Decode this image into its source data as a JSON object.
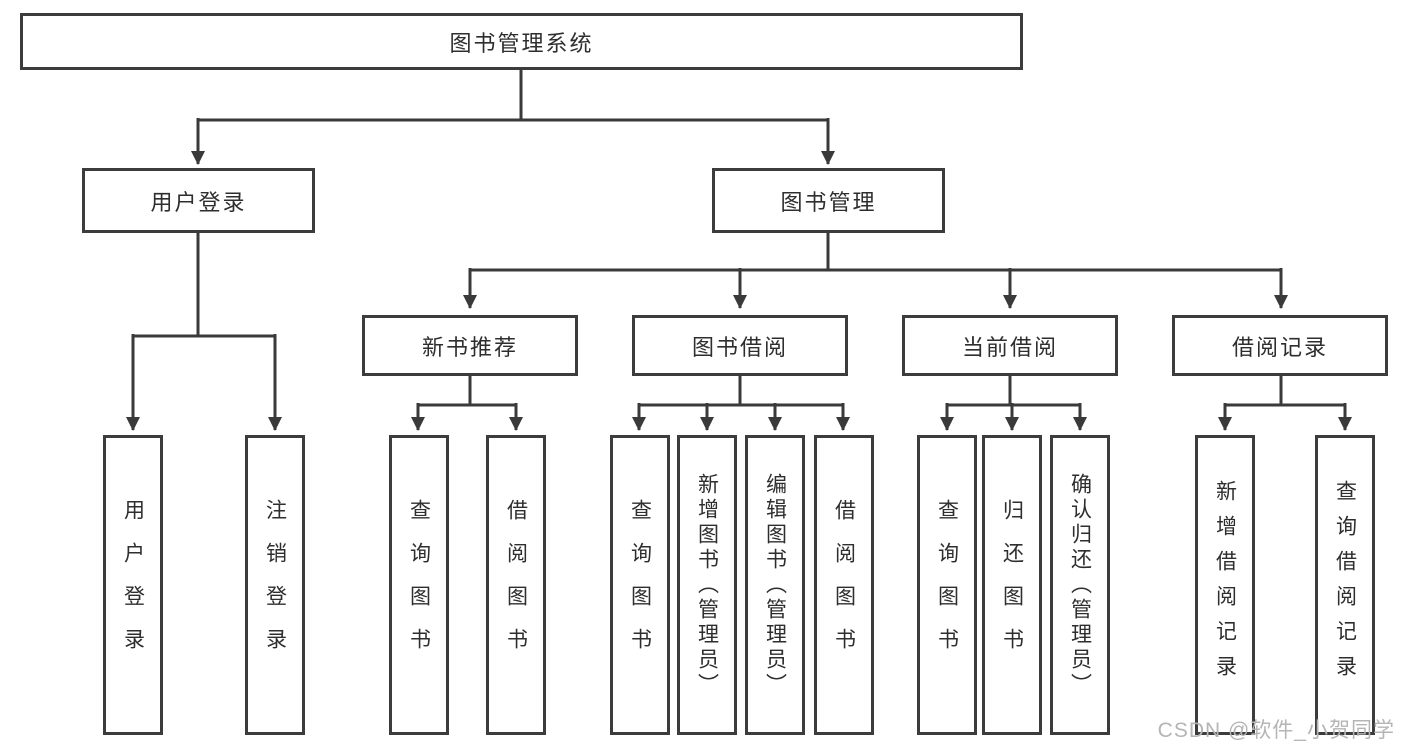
{
  "root": {
    "label": "图书管理系统"
  },
  "branches": [
    {
      "label": "用户登录",
      "children": [
        {
          "label": "用户登录"
        },
        {
          "label": "注销登录"
        }
      ]
    },
    {
      "label": "图书管理",
      "groups": [
        {
          "label": "新书推荐",
          "children": [
            {
              "label": "查询图书"
            },
            {
              "label": "借阅图书"
            }
          ]
        },
        {
          "label": "图书借阅",
          "children": [
            {
              "label": "查询图书"
            },
            {
              "label": "新增图书（管理员）"
            },
            {
              "label": "编辑图书（管理员）"
            },
            {
              "label": "借阅图书"
            }
          ]
        },
        {
          "label": "当前借阅",
          "children": [
            {
              "label": "查询图书"
            },
            {
              "label": "归还图书"
            },
            {
              "label": "确认归还（管理员）"
            }
          ]
        },
        {
          "label": "借阅记录",
          "children": [
            {
              "label": "新增借阅记录"
            },
            {
              "label": "查询借阅记录"
            }
          ]
        }
      ]
    }
  ],
  "watermark": {
    "text": "CSDN @软件_小贺同学"
  },
  "colors": {
    "line": "#3a3a3a",
    "border": "#3c3c3c",
    "text": "#2e2e2e",
    "watermark": "#b5b5b5"
  }
}
